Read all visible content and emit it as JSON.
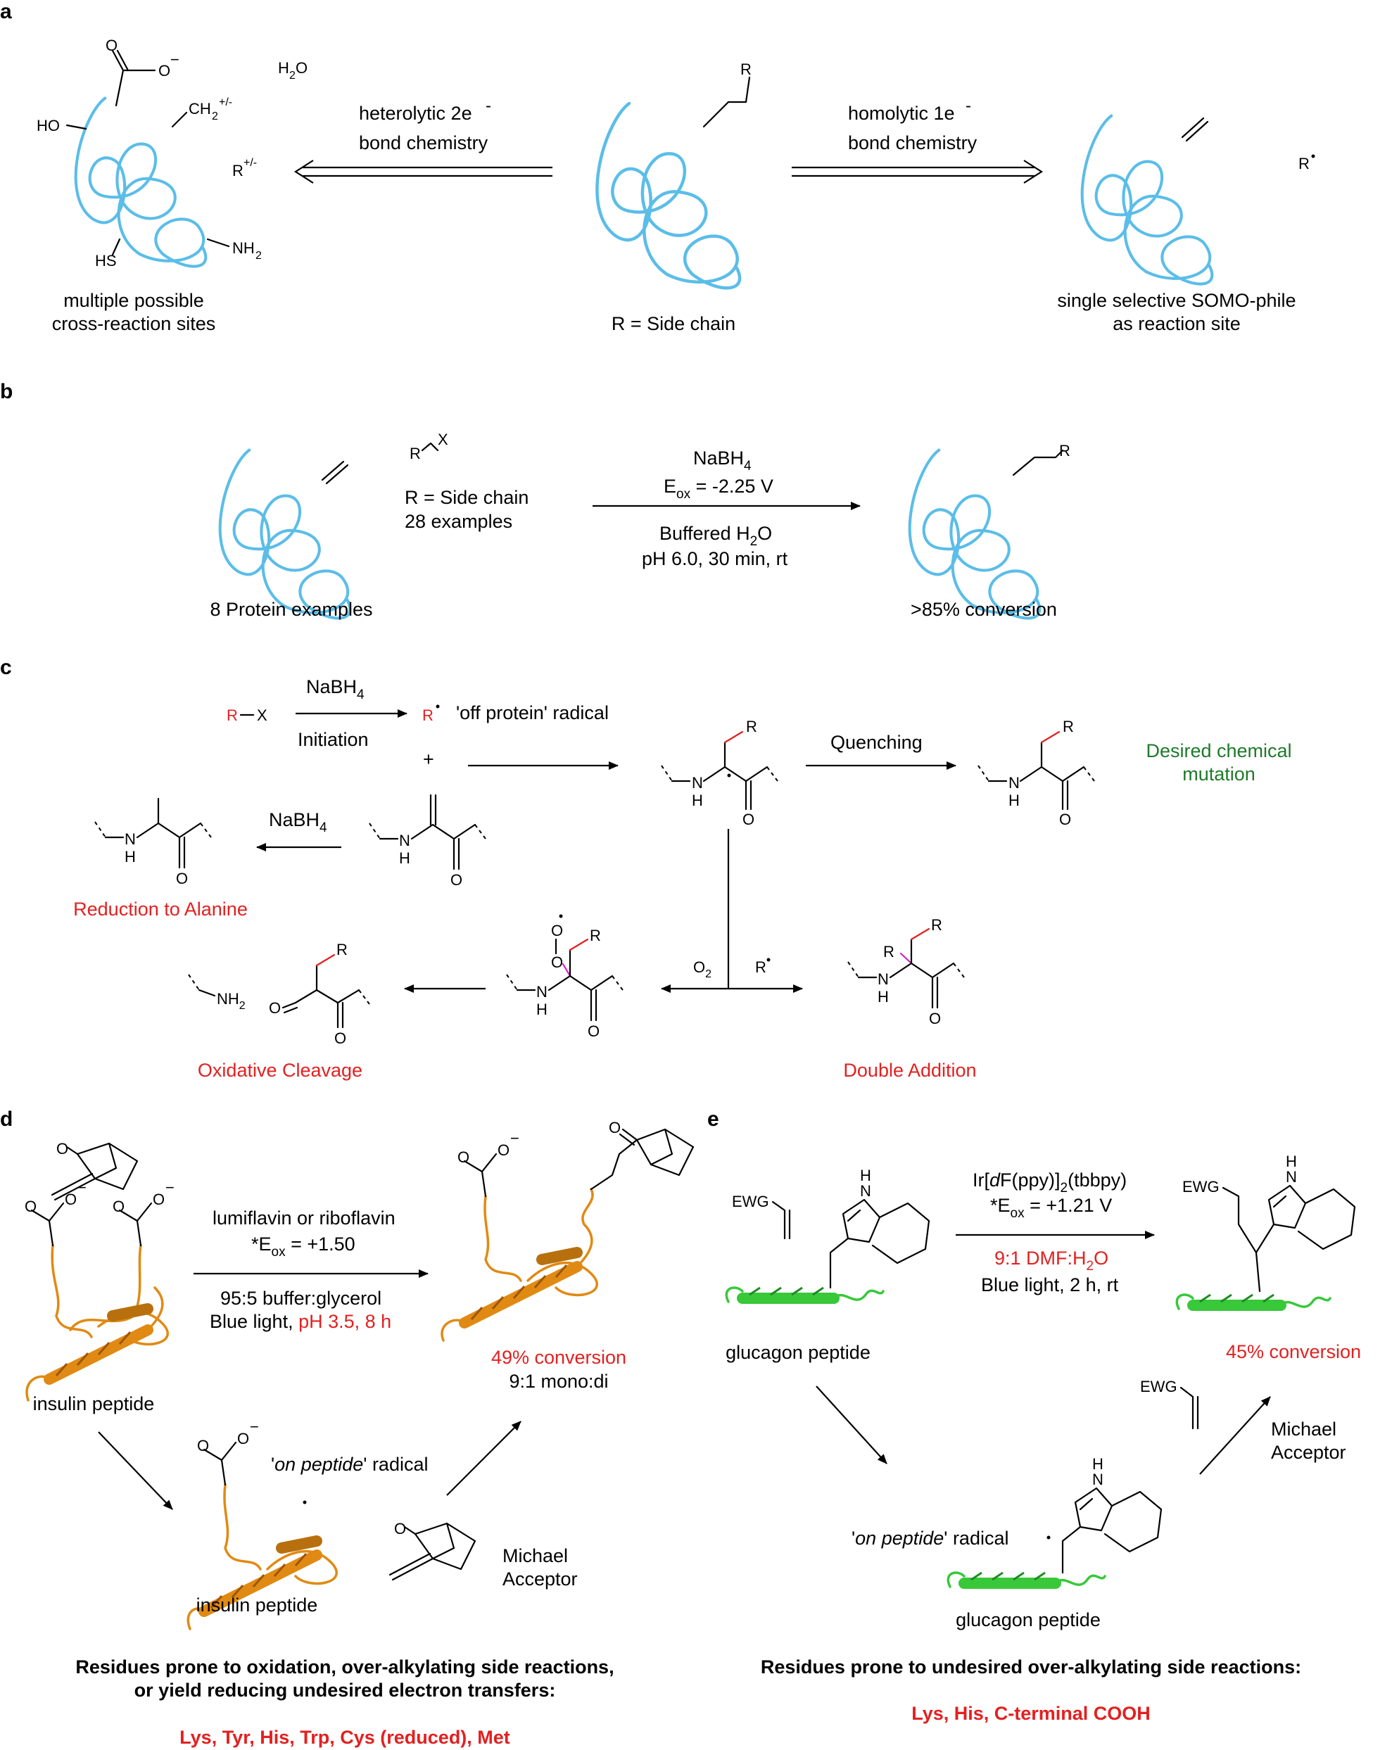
{
  "panel_labels": {
    "a": "a",
    "b": "b",
    "c": "c",
    "d": "d",
    "e": "e"
  },
  "panel_a": {
    "left_labels": {
      "cooh": "O",
      "minus": "−",
      "ch2": "CH",
      "ch2_sub": "2",
      "ch2_sup": "+/-",
      "ho": "HO",
      "sh": "HS",
      "nh2": "NH",
      "nh2_sub": "2",
      "r_charged": "R",
      "r_charged_sup": "+/-",
      "water": "H",
      "water_sub": "2",
      "water_o": "O"
    },
    "left_caption_1": "multiple possible",
    "left_caption_2": "cross-reaction sites",
    "left_arrow_line1": "heterolytic 2e",
    "left_arrow_line1_sup": "-",
    "left_arrow_line2": "bond chemistry",
    "center_r": "R",
    "center_caption": "R = Side chain",
    "right_arrow_line1": "homolytic 1e",
    "right_arrow_line1_sup": "-",
    "right_arrow_line2": "bond chemistry",
    "right_radical": "R",
    "right_caption_1": "single selective SOMO-phile",
    "right_caption_2": "as reaction site"
  },
  "panel_b": {
    "rx_r": "R",
    "rx_x": "X",
    "side_chain": "R = Side chain",
    "examples": "28 examples",
    "reagent": "NaBH",
    "reagent_sub": "4",
    "eox": "E",
    "eox_sub": "ox",
    "eox_value": " = -2.25 V",
    "cond1": "Buffered H",
    "cond1_sub": "2",
    "cond1_end": "O",
    "cond2": "pH 6.0, 30 min, rt",
    "left_caption": "8 Protein examples",
    "right_r": "R",
    "right_caption": ">85% conversion"
  },
  "panel_c": {
    "rx": "R",
    "x": "X",
    "nabh4": "NaBH",
    "nabh4_sub": "4",
    "initiation": "Initiation",
    "radical_r": "R",
    "off_protein": "'off protein' radical",
    "plus": "+",
    "quenching": "Quenching",
    "desired_1": "Desired chemical",
    "desired_2": "mutation",
    "reduction": "Reduction to Alanine",
    "o2": "O",
    "o2_sub": "2",
    "r_rad": "R",
    "oxidative": "Oxidative Cleavage",
    "double_addition": "Double Addition",
    "atom_r": "R",
    "atom_n": "N",
    "atom_h": "H",
    "atom_o": "O",
    "atom_nh2": "NH",
    "atom_nh2_sub": "2"
  },
  "panel_d": {
    "reagent1": "lumiflavin or riboflavin",
    "eox": "*E",
    "eox_sub": "ox",
    "eox_value": " = +1.50",
    "cond1": "95:5 buffer:glycerol",
    "cond2_a": "Blue light, ",
    "cond2_b": "pH 3.5, 8 h",
    "conversion": "49% conversion",
    "ratio": "9:1 mono:di",
    "peptide_label": "insulin peptide",
    "radical_label_a": "'",
    "radical_label_b": "on peptide",
    "radical_label_c": "' radical",
    "peptide_label_2": "insulin peptide",
    "michael_1": "Michael",
    "michael_2": "Acceptor",
    "residues_title_1": "Residues prone to oxidation, over-alkylating side reactions,",
    "residues_title_2": "or yield reducing undesired electron transfers:",
    "residues_list": "Lys, Tyr, His, Trp, Cys (reduced), Met",
    "atom_o": "O",
    "minus": "−"
  },
  "panel_e": {
    "ewg": "EWG",
    "catalyst_a": "Ir[",
    "catalyst_b": "d",
    "catalyst_c": "F(ppy)]",
    "catalyst_sub": "2",
    "catalyst_d": "(tbbpy)",
    "eox": "*E",
    "eox_sub": "ox",
    "eox_value": " = +1.21 V",
    "solvent": "9:1 DMF:H",
    "solvent_sub": "2",
    "solvent_end": "O",
    "cond2": "Blue light, 2 h, rt",
    "peptide_label": "glucagon peptide",
    "conversion": "45% conversion",
    "michael_1": "Michael",
    "michael_2": "Acceptor",
    "radical_label_a": "'",
    "radical_label_b": "on peptide",
    "radical_label_c": "' radical",
    "peptide_label_2": "glucagon peptide",
    "residues_title": "Residues prone to undesired over-alkylating side reactions:",
    "residues_list": "Lys, His, C-terminal COOH",
    "atom_h": "H",
    "atom_n": "N"
  },
  "colors": {
    "protein": "#5bbde8",
    "red": "#e32020",
    "green": "#1f7a2a",
    "insulin": "#e08a14",
    "glucagon": "#38c83a",
    "pink": "#d020c8"
  }
}
